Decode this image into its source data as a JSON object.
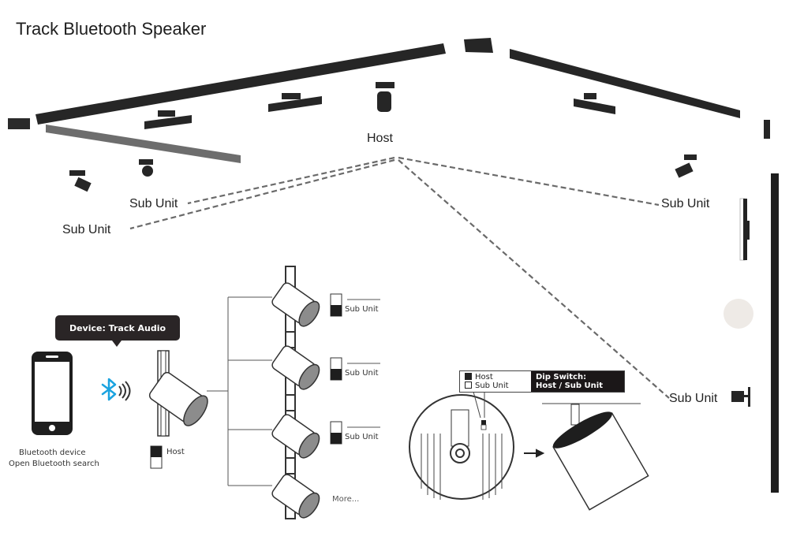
{
  "title": "Track Bluetooth Speaker",
  "overview": {
    "host_label": "Host",
    "sub_unit_labels": [
      "Sub Unit",
      "Sub Unit",
      "Sub Unit",
      "Sub Unit"
    ]
  },
  "pairing": {
    "tooltip": "Device: Track Audio",
    "phone_caption_line1": "Bluetooth device",
    "phone_caption_line2": "Open Bluetooth search",
    "host_switch_label": "Host",
    "host_switch_label2": "-",
    "bluetooth_color": "#1aa3e0",
    "sub_units": [
      {
        "label": "Sub Unit"
      },
      {
        "label": "Sub Unit"
      },
      {
        "label": "Sub Unit"
      }
    ],
    "more_label": "More..."
  },
  "dip_switch": {
    "option_host": "Host",
    "option_sub": "Sub Unit",
    "title_line1": "Dip Switch:",
    "title_line2": "Host / Sub Unit"
  }
}
